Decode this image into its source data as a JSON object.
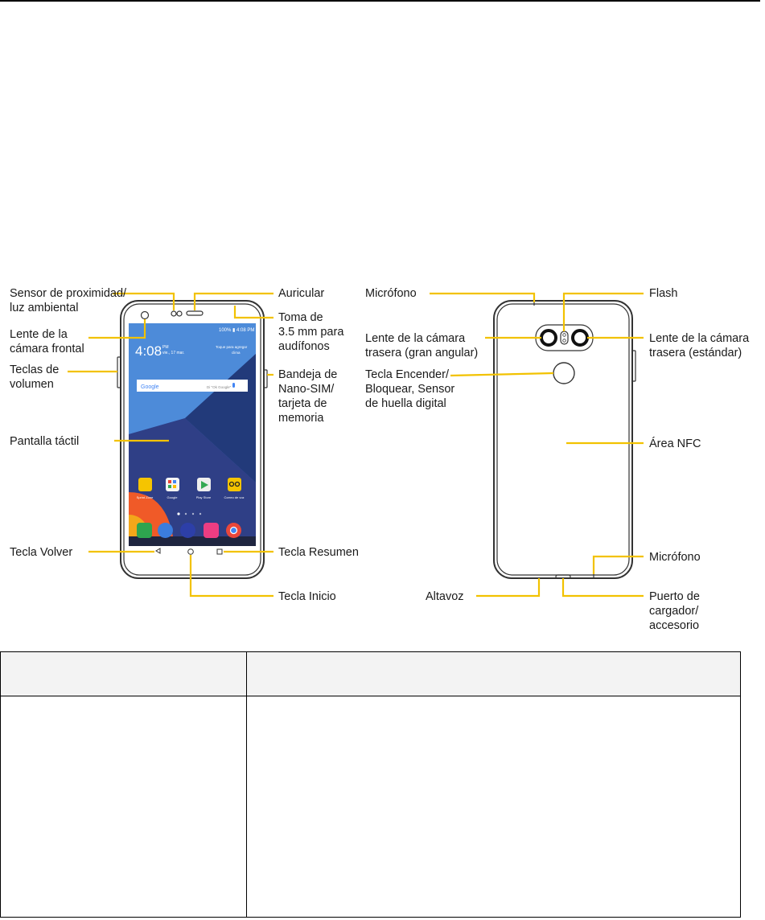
{
  "front_labels": {
    "proximity_1": "Sensor de proximidad/",
    "proximity_2": "luz ambiental",
    "front_cam_1": "Lente de la",
    "front_cam_2": "cámara frontal",
    "volume_1": "Teclas de",
    "volume_2": "volumen",
    "touchscreen": "Pantalla táctil",
    "back_key": "Tecla Volver",
    "earpiece": "Auricular",
    "jack_1": "Toma de",
    "jack_2": "3.5 mm para",
    "jack_3": "audífonos",
    "tray_1": "Bandeja de",
    "tray_2": "Nano-SIM/",
    "tray_3": "tarjeta de",
    "tray_4": "memoria",
    "recents_key": "Tecla Resumen",
    "home_key": "Tecla Inicio"
  },
  "back_labels": {
    "mic_top": "Micrófono",
    "flash": "Flash",
    "wide_1": "Lente de la cámara",
    "wide_2": "trasera (gran angular)",
    "std_1": "Lente de la cámara",
    "std_2": "trasera (estándar)",
    "power_1": "Tecla Encender/",
    "power_2": "Bloquear, Sensor",
    "power_3": "de huella digital",
    "nfc": "Área NFC",
    "mic_bottom": "Micrófono",
    "speaker": "Altavoz",
    "port_1": "Puerto de",
    "port_2": "cargador/",
    "port_3": "accesorio"
  },
  "screen": {
    "status": "100% ▮ 4:08 PM",
    "time": "4:08",
    "ampm": "PM",
    "date": "vie., 17 mar.",
    "weather_1": "Toque para agregar",
    "weather_2": "clima",
    "google": "Google",
    "search_hint": "Di \"Ok Google\"",
    "apps": [
      "Sprint Zone",
      "Google",
      "Play Store",
      "Correo de voz"
    ]
  },
  "colors": {
    "leader": "#f2c200",
    "sprint": "#f5c400",
    "wallpaper_blue": "#2f3f86",
    "wallpaper_orange": "#f05a28"
  }
}
